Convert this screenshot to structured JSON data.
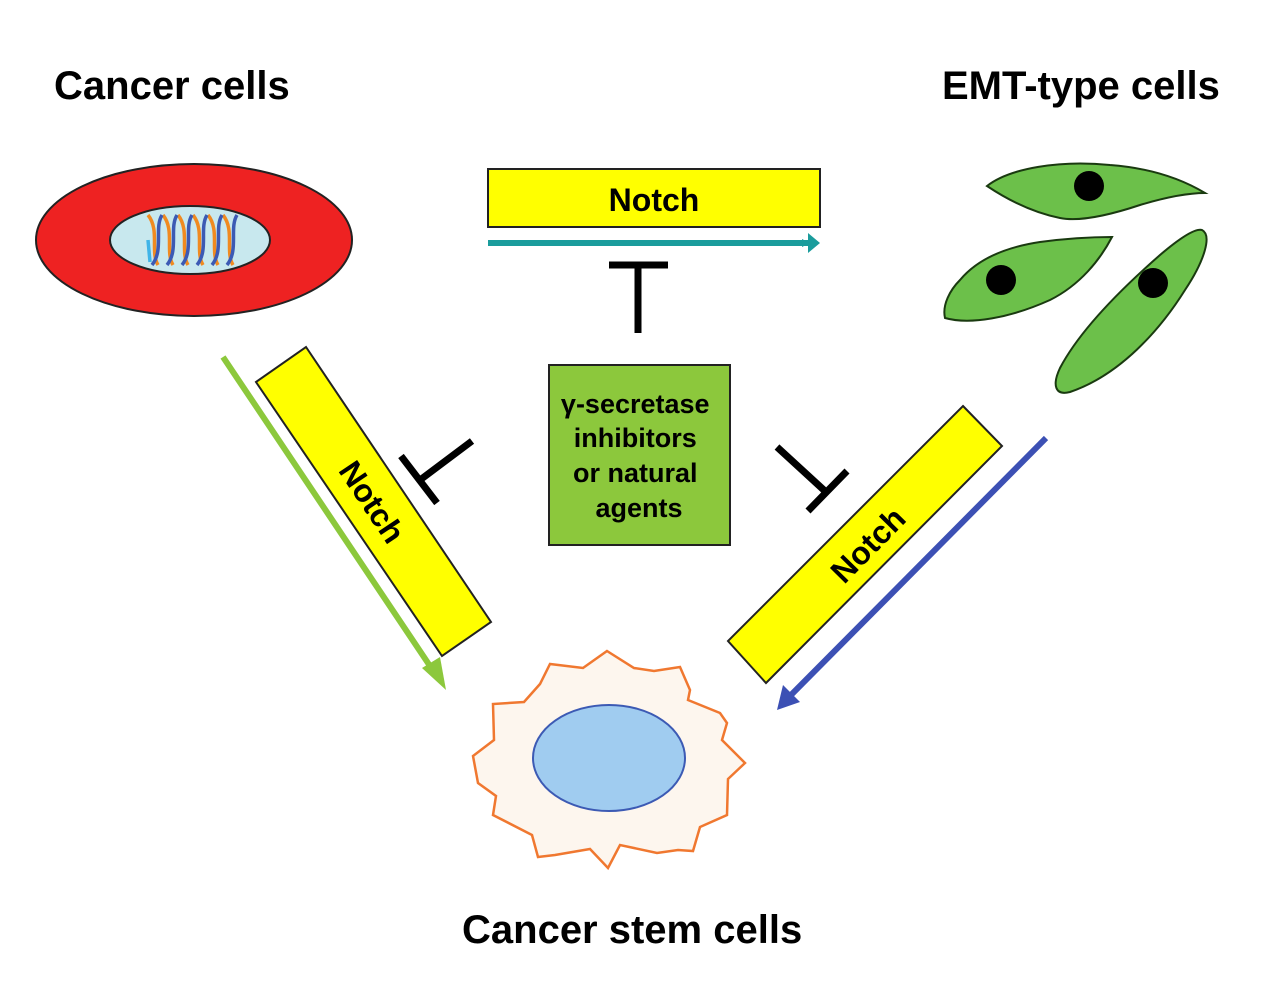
{
  "titles": {
    "cancer_cells": "Cancer cells",
    "emt_cells": "EMT-type cells",
    "stem_cells": "Cancer stem cells"
  },
  "pathways": {
    "top": {
      "label": "Notch",
      "arrow_color": "#1a9c9c"
    },
    "left": {
      "label": "Notch",
      "arrow_color": "#8cc83c"
    },
    "right": {
      "label": "Notch",
      "arrow_color": "#3c50b4"
    }
  },
  "inhibitor": {
    "lines": [
      "γ-secretase",
      "inhibitors",
      "or natural",
      "agents"
    ],
    "fill": "#8cc83c"
  },
  "colors": {
    "notch_box": "#ffff00",
    "cancer_cell": "#ee2222",
    "nucleus": "#c8e8ee",
    "emt_cell": "#6cc04a",
    "stem_nucleus": "#a0ccf0",
    "stem_outline": "#f07830"
  }
}
